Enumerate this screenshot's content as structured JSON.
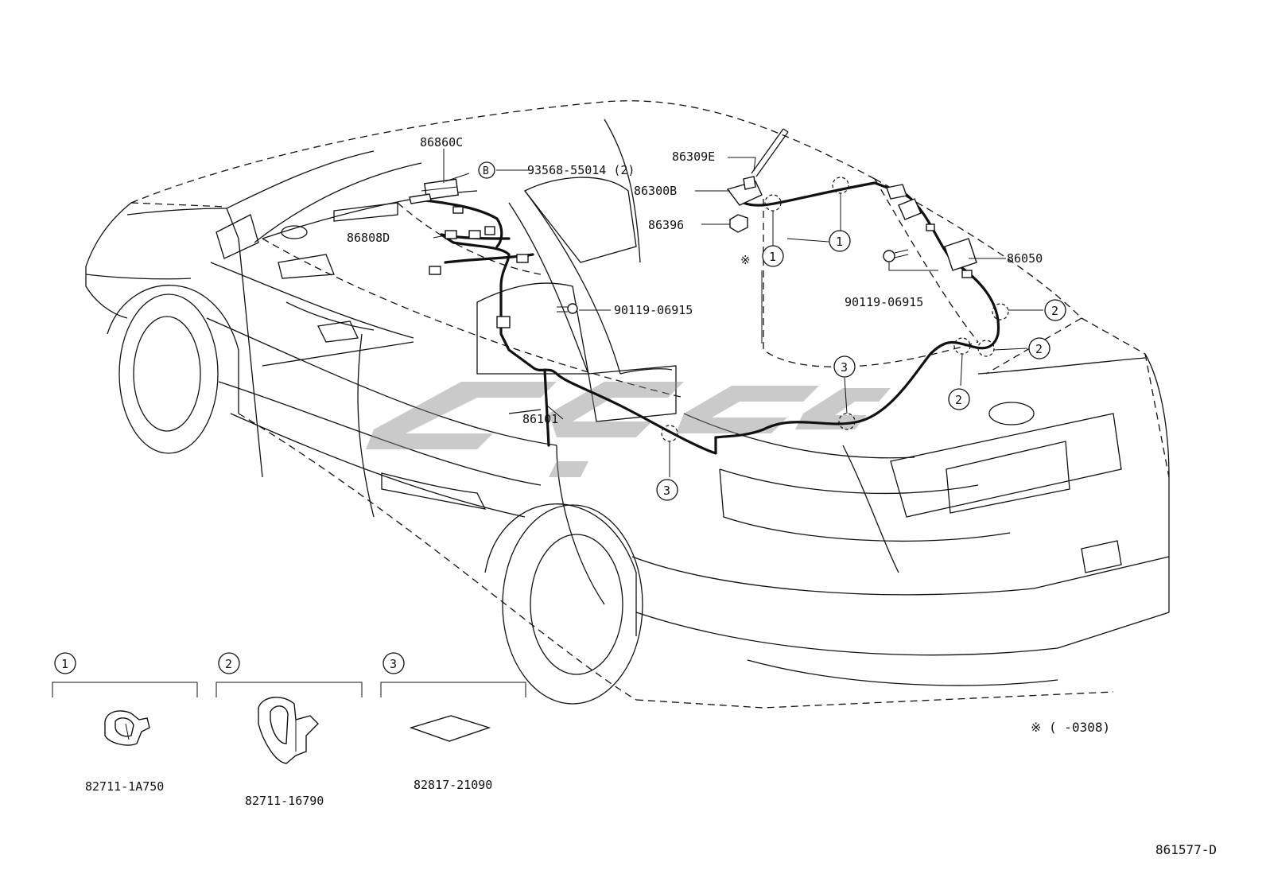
{
  "labels": {
    "p86860C": "86860C",
    "pB_bolt": "93568-55014 (2)",
    "pB_marker": "B",
    "p86309E": "86309E",
    "p86300B": "86300B",
    "p86396": "86396",
    "p86808D": "86808D",
    "p90119_left": "90119-06915",
    "p90119_right": "90119-06915",
    "p86050": "86050",
    "p86101": "86101",
    "ref_mark": "※",
    "ref_text": "※ (      -0308)",
    "diagram_id": "861577-D"
  },
  "callouts": {
    "c1": "1",
    "c2": "2",
    "c3": "3"
  },
  "detail_boxes": [
    {
      "number": "1",
      "part": "82711-1A750"
    },
    {
      "number": "2",
      "part": "82711-16790"
    },
    {
      "number": "3",
      "part": "82817-21090"
    }
  ],
  "colors": {
    "line": "#111111",
    "background": "#ffffff",
    "watermark": "#8a8a8a"
  }
}
